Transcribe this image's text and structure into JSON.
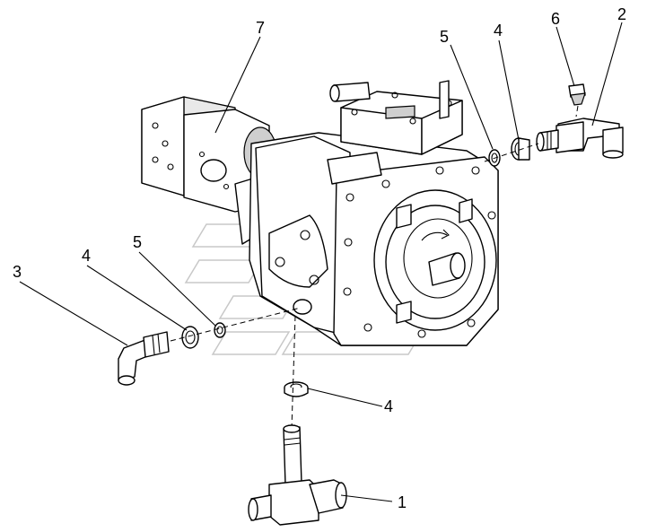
{
  "callouts": {
    "c1": "1",
    "c2": "2",
    "c3": "3",
    "c4a": "4",
    "c4b": "4",
    "c4c": "4",
    "c5a": "5",
    "c5b": "5",
    "c6": "6",
    "c7": "7"
  }
}
